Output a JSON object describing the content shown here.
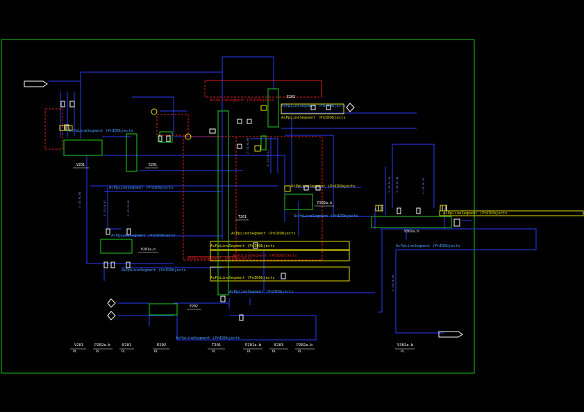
{
  "colors": {
    "background": "#000000",
    "frame": "#19c819",
    "process": "#2b3cff",
    "equipment": "#1fd01f",
    "red": "#e02020",
    "yellow": "#e8e000",
    "white": "#ffffff",
    "cyan": "#4aa0ff"
  },
  "equipment_tags": {
    "v201": "V201",
    "e201": "E201",
    "e203": "E203",
    "t201": "T201",
    "e202": "E202",
    "p202ab": "P202a.b",
    "p201ab": "P201a.b",
    "v302ab": "V302a.b"
  },
  "annotations": [
    "AcPpLineSegment (PnIDObjects",
    "AcPpLineSegment (PnIDObjects",
    "AcPpLineSegment (PnIDObjects",
    "AcPpLineSegment (PnIDObjects",
    "AcPpLineSegment (PnIDObjects",
    "AcPpLineSegment (PnIDObjects",
    "AcPpLineSegment (PnIDObjects",
    "AcPpLineSegment (PnIDObjects",
    "AcPpLineSegment (PnIDObjects",
    "AcPpLineSegment (PnIDObjects",
    "AcPpLineSegment (PnIDObjects",
    "AcPpLineSegment (PnIDObjects",
    "AcPpLineSegment (PnIDObjects",
    "AcPpLineSegment (PnIDObjects",
    "AcPpLineSegment (PnIDObjects",
    "AcPpLineSegment (PnIDObjects",
    "AcPpLineSegment (PnIDObjects",
    "AcPpLineSegment (PnIDObjects"
  ],
  "bottom_labels": [
    {
      "tag": "V201",
      "sub": "PL"
    },
    {
      "tag": "P202a.b",
      "sub": "PL"
    },
    {
      "tag": "E201",
      "sub": "PL"
    },
    {
      "tag": "E202",
      "sub": "PL"
    },
    {
      "tag": "T201",
      "sub": "PL"
    },
    {
      "tag": "P201a.b",
      "sub": "PL"
    },
    {
      "tag": "E203",
      "sub": "PL"
    },
    {
      "tag": "P202a.b",
      "sub": "PL"
    },
    {
      "tag": "V302a.b",
      "sub": "PL"
    }
  ]
}
